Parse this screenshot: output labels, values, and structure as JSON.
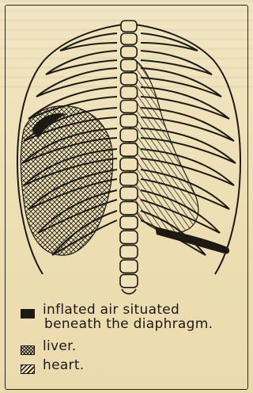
{
  "legend": [
    {
      "icon": "solid-black-swatch",
      "line1": "inflated air situated",
      "line2": "beneath the diaphragm."
    },
    {
      "icon": "cross-hatched-swatch",
      "line1": "liver."
    },
    {
      "icon": "diagonal-hatched-swatch",
      "line1": "heart."
    }
  ],
  "colors": {
    "paper": "#efe2b8",
    "ink": "#1d1a14"
  }
}
